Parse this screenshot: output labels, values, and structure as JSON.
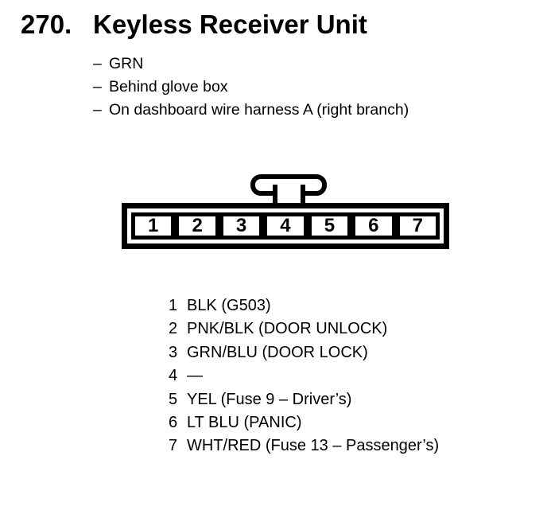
{
  "header": {
    "number": "270.",
    "title": "Keyless Receiver Unit"
  },
  "details": {
    "bullet": "–",
    "items": [
      "GRN",
      "Behind glove box",
      "On dashboard wire harness A (right branch)"
    ]
  },
  "connector": {
    "cavities": [
      "1",
      "2",
      "3",
      "4",
      "5",
      "6",
      "7"
    ]
  },
  "pinout": {
    "rows": [
      {
        "pin": "1",
        "wire": "BLK (G503)"
      },
      {
        "pin": "2",
        "wire": "PNK/BLK (DOOR UNLOCK)"
      },
      {
        "pin": "3",
        "wire": "GRN/BLU (DOOR LOCK)"
      },
      {
        "pin": "4",
        "wire": "—"
      },
      {
        "pin": "5",
        "wire": "YEL (Fuse 9 – Driver’s)"
      },
      {
        "pin": "6",
        "wire": "LT BLU (PANIC)"
      },
      {
        "pin": "7",
        "wire": "WHT/RED (Fuse 13 – Passenger’s)"
      }
    ]
  },
  "colors": {
    "ink": "#000000",
    "background": "#ffffff"
  }
}
